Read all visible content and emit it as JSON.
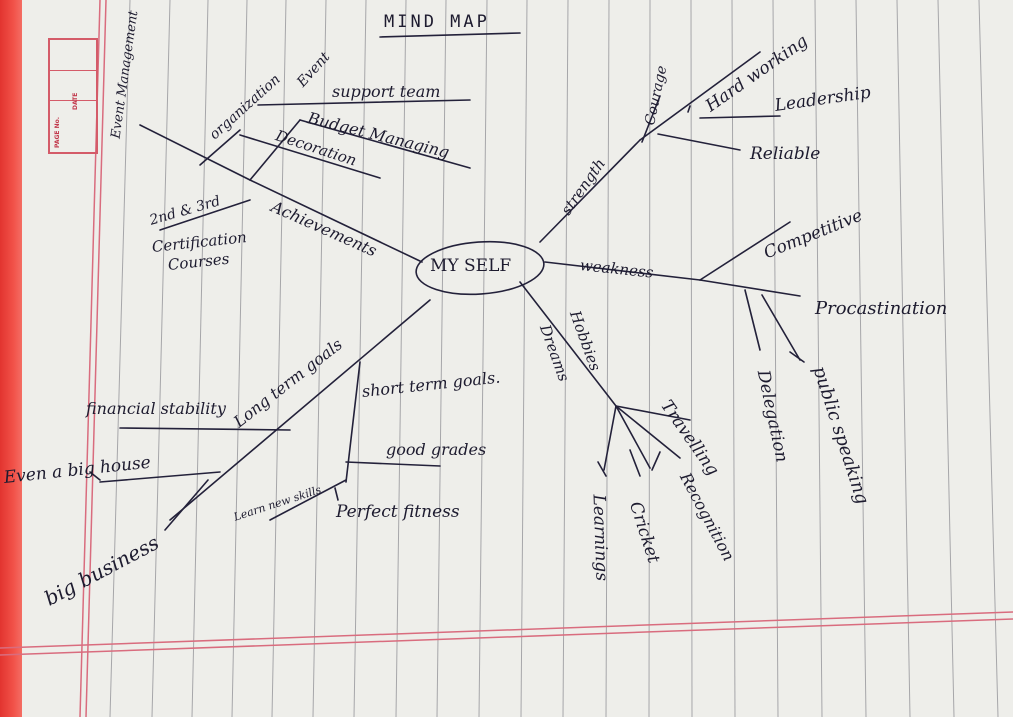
{
  "header": {
    "title": "MIND MAP",
    "page_no_label": "PAGE No.",
    "date_label": "DATE"
  },
  "center": "MY SELF",
  "branches": {
    "strength": {
      "label": "strength",
      "items": [
        "Courage",
        "Hard working",
        "Leadership",
        "Reliable"
      ]
    },
    "weakness": {
      "label": "weakness",
      "items": [
        "Competitive",
        "Procastination",
        "public speaking",
        "Delegation"
      ]
    },
    "hobbies": {
      "label": "Hobbies",
      "items": [
        "Travelling",
        "Recognition",
        "Cricket"
      ]
    },
    "dreams": {
      "label": "Dreams",
      "items": [
        "Learnings"
      ]
    },
    "achievements": {
      "label": "Achievements",
      "items": [
        "2nd & 3rd",
        "Certification",
        "Courses",
        "organization",
        "Event",
        "support team",
        "Budget Managing",
        "Decoration",
        "Event Management"
      ]
    },
    "long_term_goals": {
      "label": "Long term goals",
      "items": [
        "financial stability",
        "Even a big house",
        "big business"
      ]
    },
    "short_term_goals": {
      "label": "short term goals.",
      "items": [
        "good grades",
        "Learn new skills",
        "Perfect fitness"
      ]
    }
  }
}
